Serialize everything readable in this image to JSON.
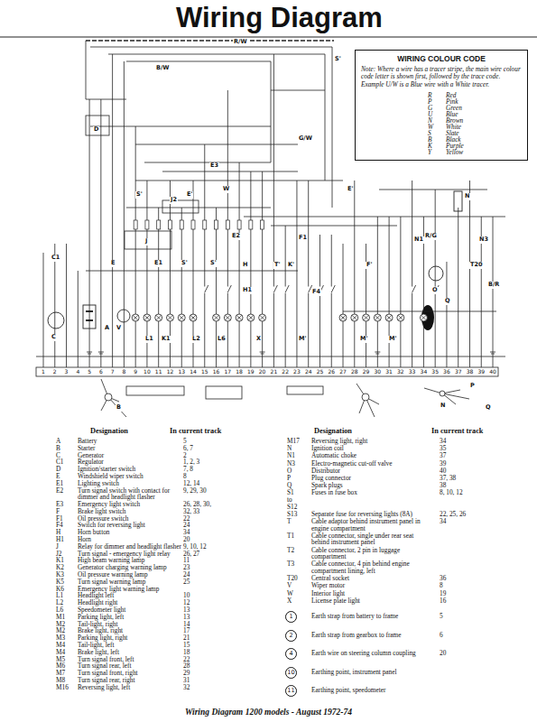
{
  "diagram": {
    "title": "Wiring Diagram",
    "caption": "Wiring Diagram 1200 models - August 1972-74",
    "nodes": [
      {
        "text": [
          "WIRING COLOUR CODE",
          "Note: Where a wire has a tracer stripe, the main wire colour code letter is shown first, followed by the trace code. Example U/W is a Blue wire with a White tracer.",
          "R",
          "Red",
          "P",
          "Pink",
          "G",
          "Green",
          "U",
          "Blue",
          "N",
          "Brown",
          "W",
          "White",
          "S",
          "Slate",
          "B",
          "Black",
          "K",
          "Purple",
          "Y",
          "Yellow"
        ]
      },
      {
        "text": [
          "1"
        ]
      },
      {
        "text": [
          "2"
        ]
      },
      {
        "text": [
          "4"
        ]
      },
      {
        "text": [
          "10"
        ]
      },
      {
        "text": [
          "11"
        ]
      }
    ],
    "labels": [
      "Designation",
      "In current track",
      "Designation",
      "In current track",
      "A",
      "Battery",
      "5",
      "B",
      "Starter",
      "6, 7",
      "C",
      "Generator",
      "2",
      "C1",
      "Regulator",
      "1, 2, 3",
      "D",
      "Ignition/starter switch",
      "7, 8",
      "E",
      "Windshield wiper switch",
      "8",
      "E1",
      "Lighting switch",
      "12, 14",
      "E2",
      "Turn signal switch with contact for dimmer and headlight flasher",
      "9, 29, 30",
      "E3",
      "Emergency light switch",
      "26, 28, 30,",
      "F",
      "Brake light switch",
      "32, 33",
      "F1",
      "Oil pressure switch",
      "22",
      "F4",
      "Switch for reversing light",
      "24",
      "H",
      "Horn button",
      "34",
      "H1",
      "Horn",
      "20",
      "J",
      "Relay for dimmer and headlight flasher",
      "9, 10, 12",
      "J2",
      "Turn signal - emergency light relay",
      "26, 27",
      "K1",
      "High beam warning lamp",
      "11",
      "K2",
      "Generator charging warning lamp",
      "23",
      "K3",
      "Oil pressure warning lamp",
      "24",
      "K5",
      "Turn signal warning lamp",
      "25",
      "K6",
      "Emergency light warning lamp",
      "L1",
      "Headlight left",
      "10",
      "L2",
      "Headlight right",
      "12",
      "L6",
      "Speedometer light",
      "13",
      "M1",
      "Parking light, left",
      "13",
      "M2",
      "Tail-light, right",
      "14",
      "M2",
      "Brake light, right",
      "17",
      "M3",
      "Parking light, right",
      "21",
      "M4",
      "Tail-light, left",
      "15",
      "M4",
      "Brake light, left",
      "18",
      "M5",
      "Turn signal front, left",
      "22",
      "M6",
      "Turn signal rear, left",
      "28",
      "M7",
      "Turn signal front, right",
      "29",
      "M8",
      "Turn signal rear, right",
      "31",
      "M16",
      "Reversing light, left",
      "32",
      "M17",
      "Reversing light, right",
      "34",
      "N",
      "Ignition coil",
      "35",
      "N1",
      "Automatic choke",
      "37",
      "N3",
      "Electro-magnetic cut-off valve",
      "39",
      "O",
      "Distributor",
      "40",
      "P",
      "Plug connector",
      "37, 38",
      "Q",
      "Spark plugs",
      "38",
      "S1 to S12",
      "Fuses in fuse box",
      "8, 10, 12",
      "S13",
      "Separate fuse for reversing lights (8A)",
      "22, 25, 26",
      "T",
      "Cable adaptor behind instrument panel in engine compartment",
      "34",
      "T1",
      "Cable connector, single under rear seat behind instrument panel",
      "T2",
      "Cable connector, 2 pin in luggage compartment",
      "T3",
      "Cable connector, 4 pin behind engine compartment lining, left",
      "T20",
      "Central socket",
      "36",
      "V",
      "Wiper motor",
      "8",
      "W",
      "Interior light",
      "19",
      "X",
      "License plate light",
      "16",
      "Earth strap from battery to frame",
      "5",
      "Earth strap from gearbox to frame",
      "6",
      "Earth wire on steering column coupling",
      "20",
      "Earthing point, instrument panel",
      "Earthing point, speedometer",
      "1",
      "2",
      "3",
      "4",
      "5",
      "6",
      "7",
      "8",
      "9",
      "10",
      "11",
      "12",
      "13",
      "14",
      "15",
      "16",
      "17",
      "18",
      "19",
      "20",
      "21",
      "22",
      "23",
      "24",
      "25",
      "26",
      "27",
      "28",
      "29",
      "30",
      "31",
      "32",
      "33",
      "34",
      "35",
      "36",
      "37",
      "38",
      "39",
      "40",
      "D",
      "S'",
      "E'",
      "W",
      "S'",
      "E'",
      "C1",
      "J",
      "E",
      "E1",
      "E2",
      "H",
      "H1",
      "T'",
      "K'",
      "S'",
      "S'",
      "A",
      "C",
      "V",
      "B",
      "K1",
      "L1",
      "L2",
      "L6",
      "X",
      "M'",
      "M'",
      "M'",
      "F1",
      "F4",
      "F'",
      "N",
      "O",
      "Q",
      "N1",
      "T20",
      "N3",
      "R/W",
      "B/W",
      "G/W",
      "R/G",
      "B/R",
      "N",
      "P",
      "Q",
      "J2",
      "E3"
    ]
  }
}
